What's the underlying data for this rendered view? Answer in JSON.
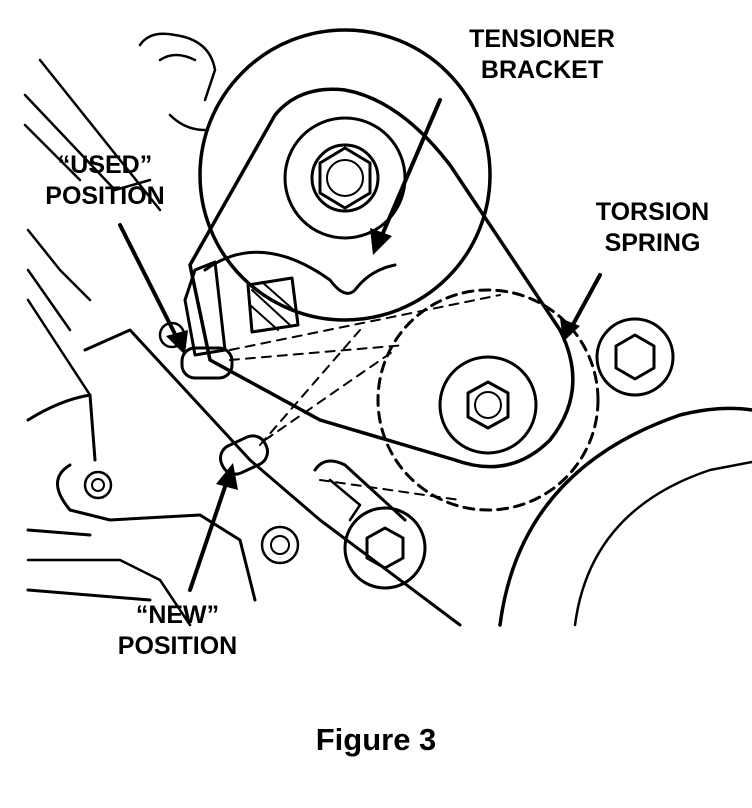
{
  "labels": {
    "tensioner": [
      "TENSIONER",
      "BRACKET"
    ],
    "used": [
      "“USED”",
      "POSITION"
    ],
    "torsion": [
      "TORSION",
      "SPRING"
    ],
    "new": [
      "“NEW”",
      "POSITION"
    ]
  },
  "caption": "Figure 3",
  "colors": {
    "line": "#000000",
    "background": "#ffffff"
  }
}
